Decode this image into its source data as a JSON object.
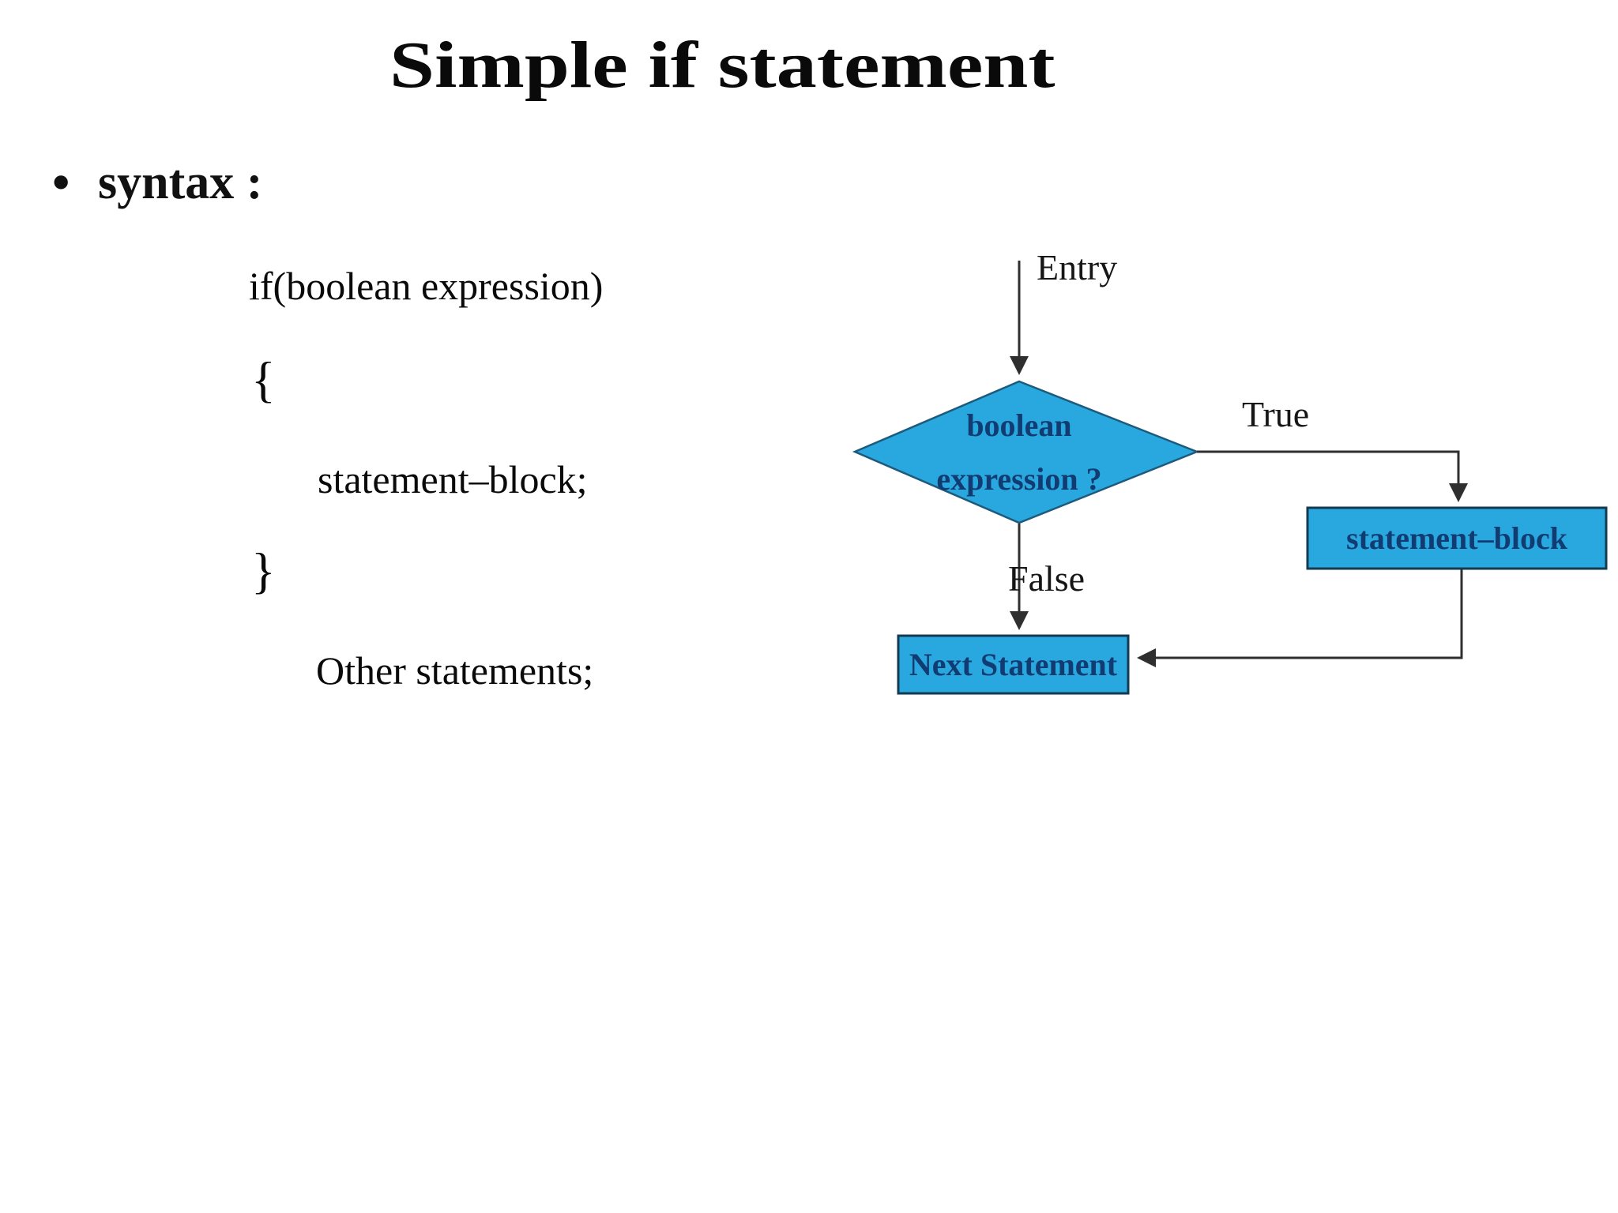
{
  "slide": {
    "title": "Simple if statement",
    "bullet_marker": "•",
    "syntax_label": "syntax :",
    "code_lines": [
      "if(boolean expression)",
      "{",
      "statement–block;",
      "}",
      "Other statements;"
    ]
  },
  "flowchart": {
    "entry_label": "Entry",
    "true_label": "True",
    "false_label": "False",
    "decision_line1": "boolean",
    "decision_line2": "expression ?",
    "statement_block_label": "statement–block",
    "next_statement_label": "Next Statement",
    "colors": {
      "node_fill": "#29a8e0",
      "node_border": "#123a50",
      "node_text": "#113c72",
      "line": "#2f2f2f"
    }
  }
}
